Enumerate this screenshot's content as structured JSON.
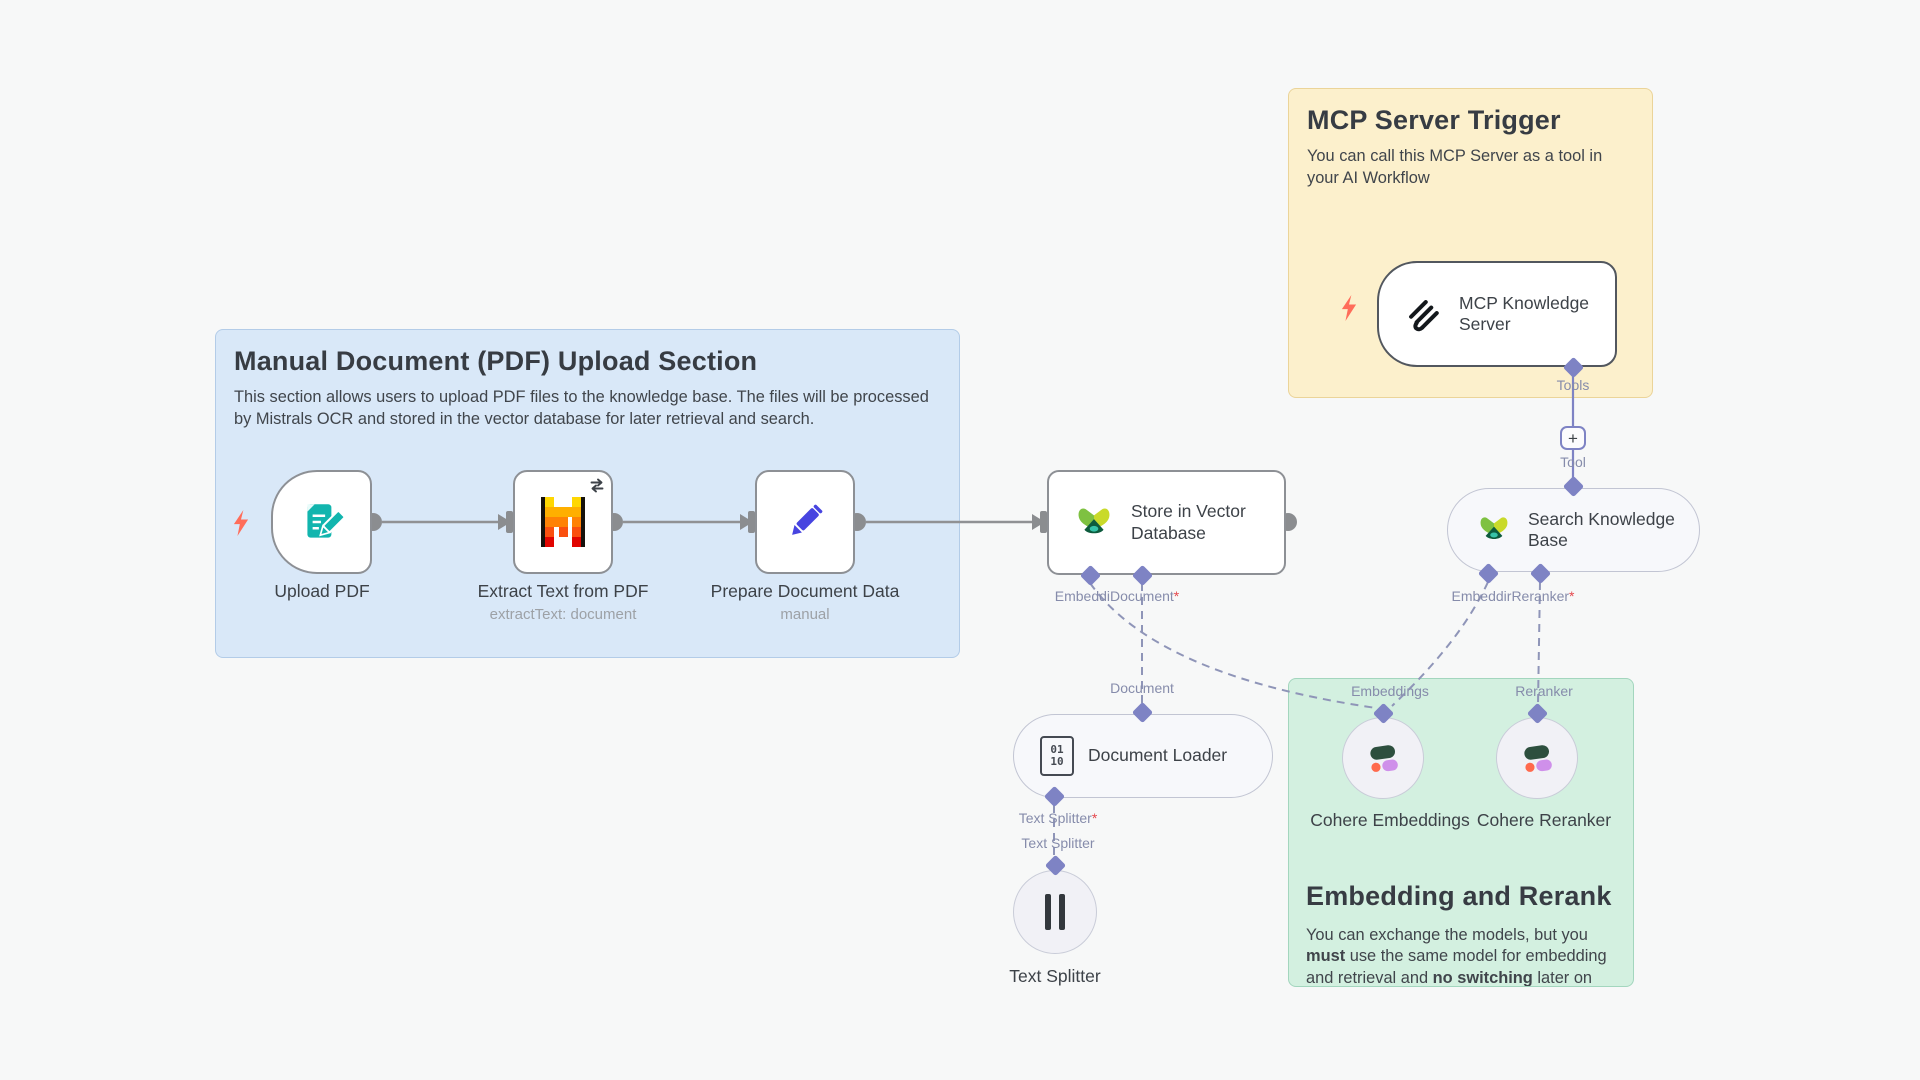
{
  "canvas": {
    "background": "#f7f8f8"
  },
  "colors": {
    "sticky_yellow": "#fcf0cc",
    "sticky_blue": "#d9e8f8",
    "sticky_green": "#d3f0e0",
    "diamond_port": "#7e83c4",
    "dashed_wire": "#8f95b8",
    "gray_wire": "#909194",
    "lightning": "#ff6d5a",
    "required_asterisk": "#e5484d"
  },
  "stickies": {
    "mcp_trigger": {
      "title": "MCP Server Trigger",
      "body": "You can call this MCP Server as a tool in your AI Workflow"
    },
    "upload_section": {
      "title": "Manual Document (PDF) Upload Section",
      "body": "This section allows users to upload PDF files to the knowledge base. The files will be processed by Mistrals OCR and stored in the vector database for later retrieval and search."
    },
    "embed_section": {
      "title": "Embedding and Rerank",
      "body_segments": [
        {
          "text": "You can exchange the models, but you "
        },
        {
          "text": "must",
          "bold": true
        },
        {
          "text": " use the same model for embedding and retrieval and "
        },
        {
          "text": "no switching",
          "bold": true
        },
        {
          "text": " later on"
        }
      ]
    }
  },
  "nodes": {
    "upload_pdf": {
      "title": "Upload PDF"
    },
    "extract_text": {
      "title": "Extract Text from PDF",
      "subtitle": "extractText: document"
    },
    "prepare_data": {
      "title": "Prepare Document Data",
      "subtitle": "manual"
    },
    "store_vector": {
      "title": "Store in Vector Database"
    },
    "search_kb": {
      "title": "Search Knowledge Base"
    },
    "mcp_server": {
      "title": "MCP Knowledge Server"
    },
    "document_loader": {
      "title": "Document Loader",
      "icon_line1": "01",
      "icon_line2": "10"
    },
    "text_splitter": {
      "title": "Text Splitter"
    },
    "cohere_embeddings": {
      "title": "Cohere Embeddings"
    },
    "cohere_reranker": {
      "title": "Cohere Reranker"
    }
  },
  "port_labels": {
    "tools": "Tools",
    "tool": "Tool",
    "document": "Document",
    "embeddings": "Embeddings",
    "reranker": "Reranker",
    "store_inputs": {
      "text": "EmbeddiDocument",
      "required": "*"
    },
    "search_inputs": {
      "text": "EmbeddirReranker",
      "required": "*"
    },
    "docloader_input": {
      "text": "Text Splitter",
      "required": "*"
    },
    "splitter_connection": "Text Splitter",
    "add_button": "+"
  }
}
